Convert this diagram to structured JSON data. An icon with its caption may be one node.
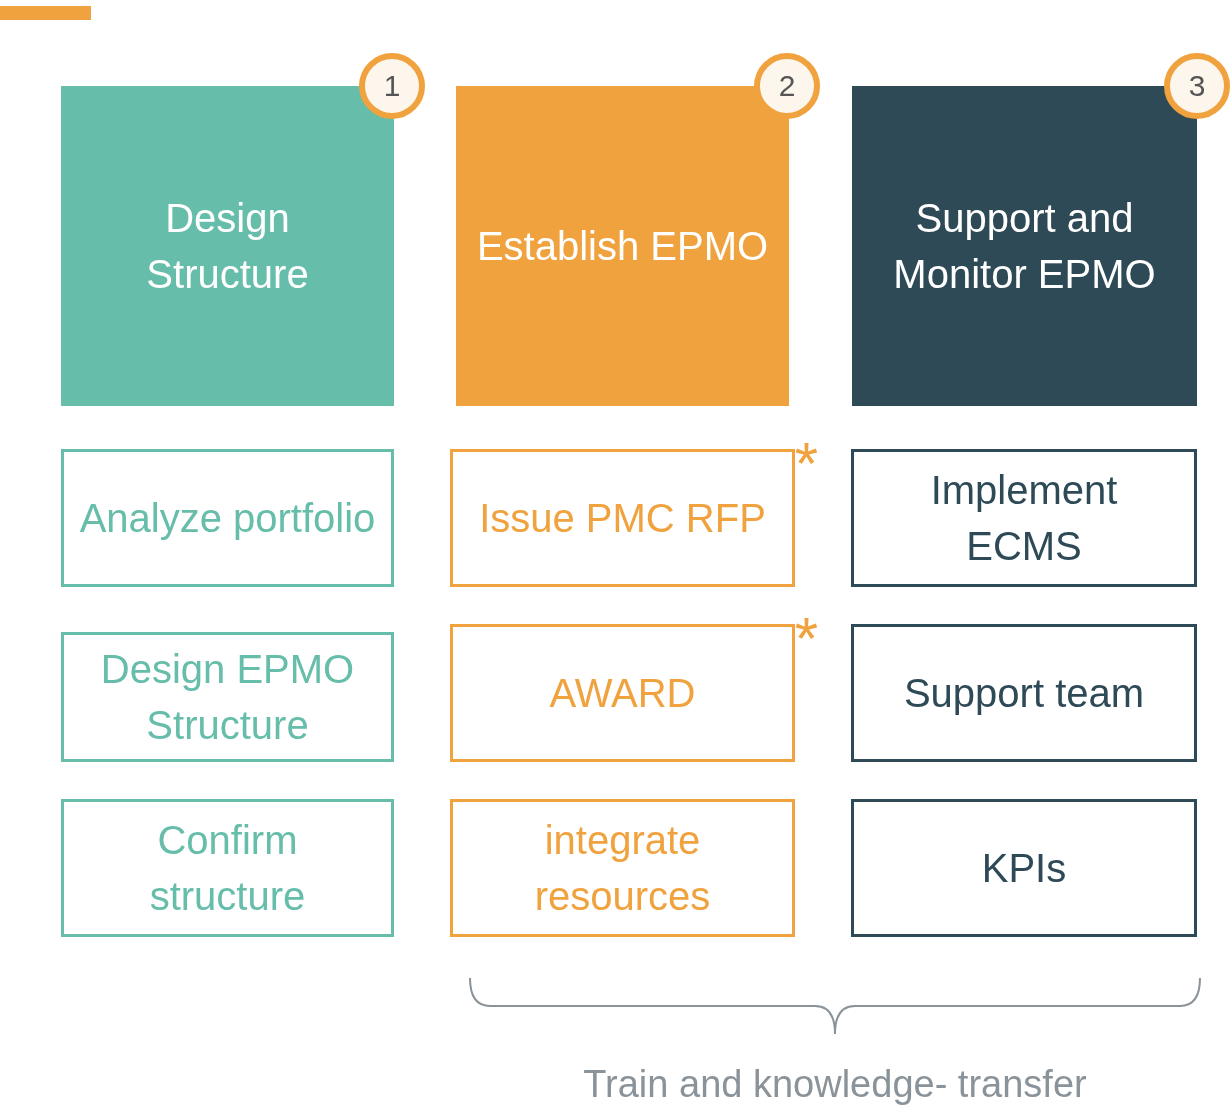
{
  "diagram": {
    "nodes": [
      {
        "text": [
          "1"
        ]
      },
      {
        "text": [
          "Design Structure"
        ]
      },
      {
        "text": [
          "2"
        ]
      },
      {
        "text": [
          "Establish EPMO"
        ]
      },
      {
        "text": [
          "3"
        ]
      },
      {
        "text": [
          "Support and Monitor EPMO"
        ]
      },
      {
        "text": [
          "Analyze portfolio"
        ]
      },
      {
        "text": [
          "Issue PMC RFP"
        ],
        "beside": [
          "*"
        ]
      },
      {
        "text": [
          "Implement ECMS"
        ]
      },
      {
        "text": [
          "Design EPMO Structure"
        ]
      },
      {
        "text": [
          "AWARD"
        ],
        "beside": [
          "*"
        ]
      },
      {
        "text": [
          "Support team"
        ]
      },
      {
        "text": [
          "Confirm structure"
        ]
      },
      {
        "text": [
          "integrate resources"
        ]
      },
      {
        "text": [
          "KPIs"
        ]
      }
    ],
    "edges": [],
    "labels": [
      "Train and knowledge- transfer"
    ]
  }
}
